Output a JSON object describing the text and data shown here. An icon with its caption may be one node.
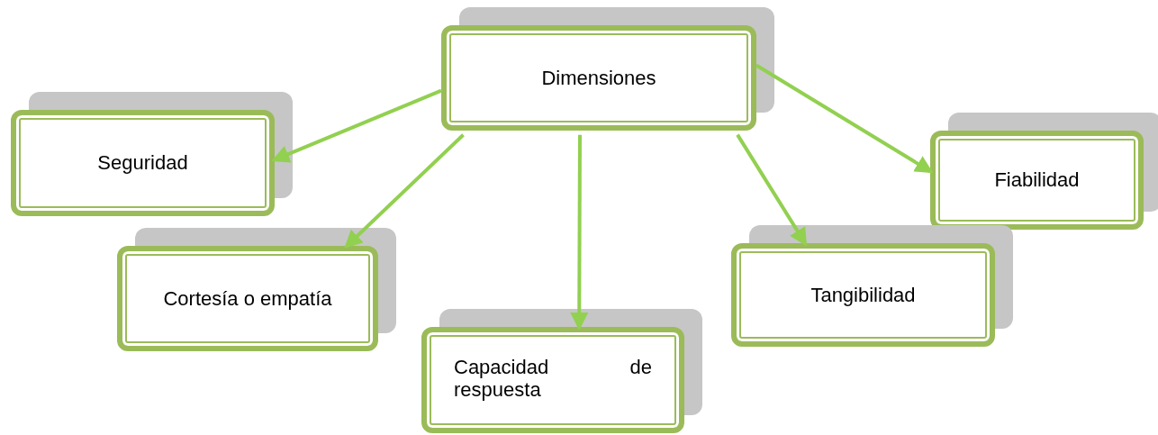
{
  "diagram": {
    "nodes": [
      {
        "text": [
          "Dimensiones"
        ]
      },
      {
        "text": [
          "Seguridad"
        ]
      },
      {
        "text": [
          "Fiabilidad"
        ]
      },
      {
        "text": [
          "Cortesía o empatía"
        ]
      },
      {
        "text": [
          "Tangibilidad"
        ]
      },
      {
        "text": [
          "Capacidad de respuesta"
        ]
      }
    ],
    "edges": [
      {
        "from": 0,
        "to": 1,
        "arrow": "to"
      },
      {
        "from": 0,
        "to": 2,
        "arrow": "to"
      },
      {
        "from": 0,
        "to": 3,
        "arrow": "to"
      },
      {
        "from": 0,
        "to": 4,
        "arrow": "to"
      },
      {
        "from": 0,
        "to": 5,
        "arrow": "to"
      }
    ]
  }
}
